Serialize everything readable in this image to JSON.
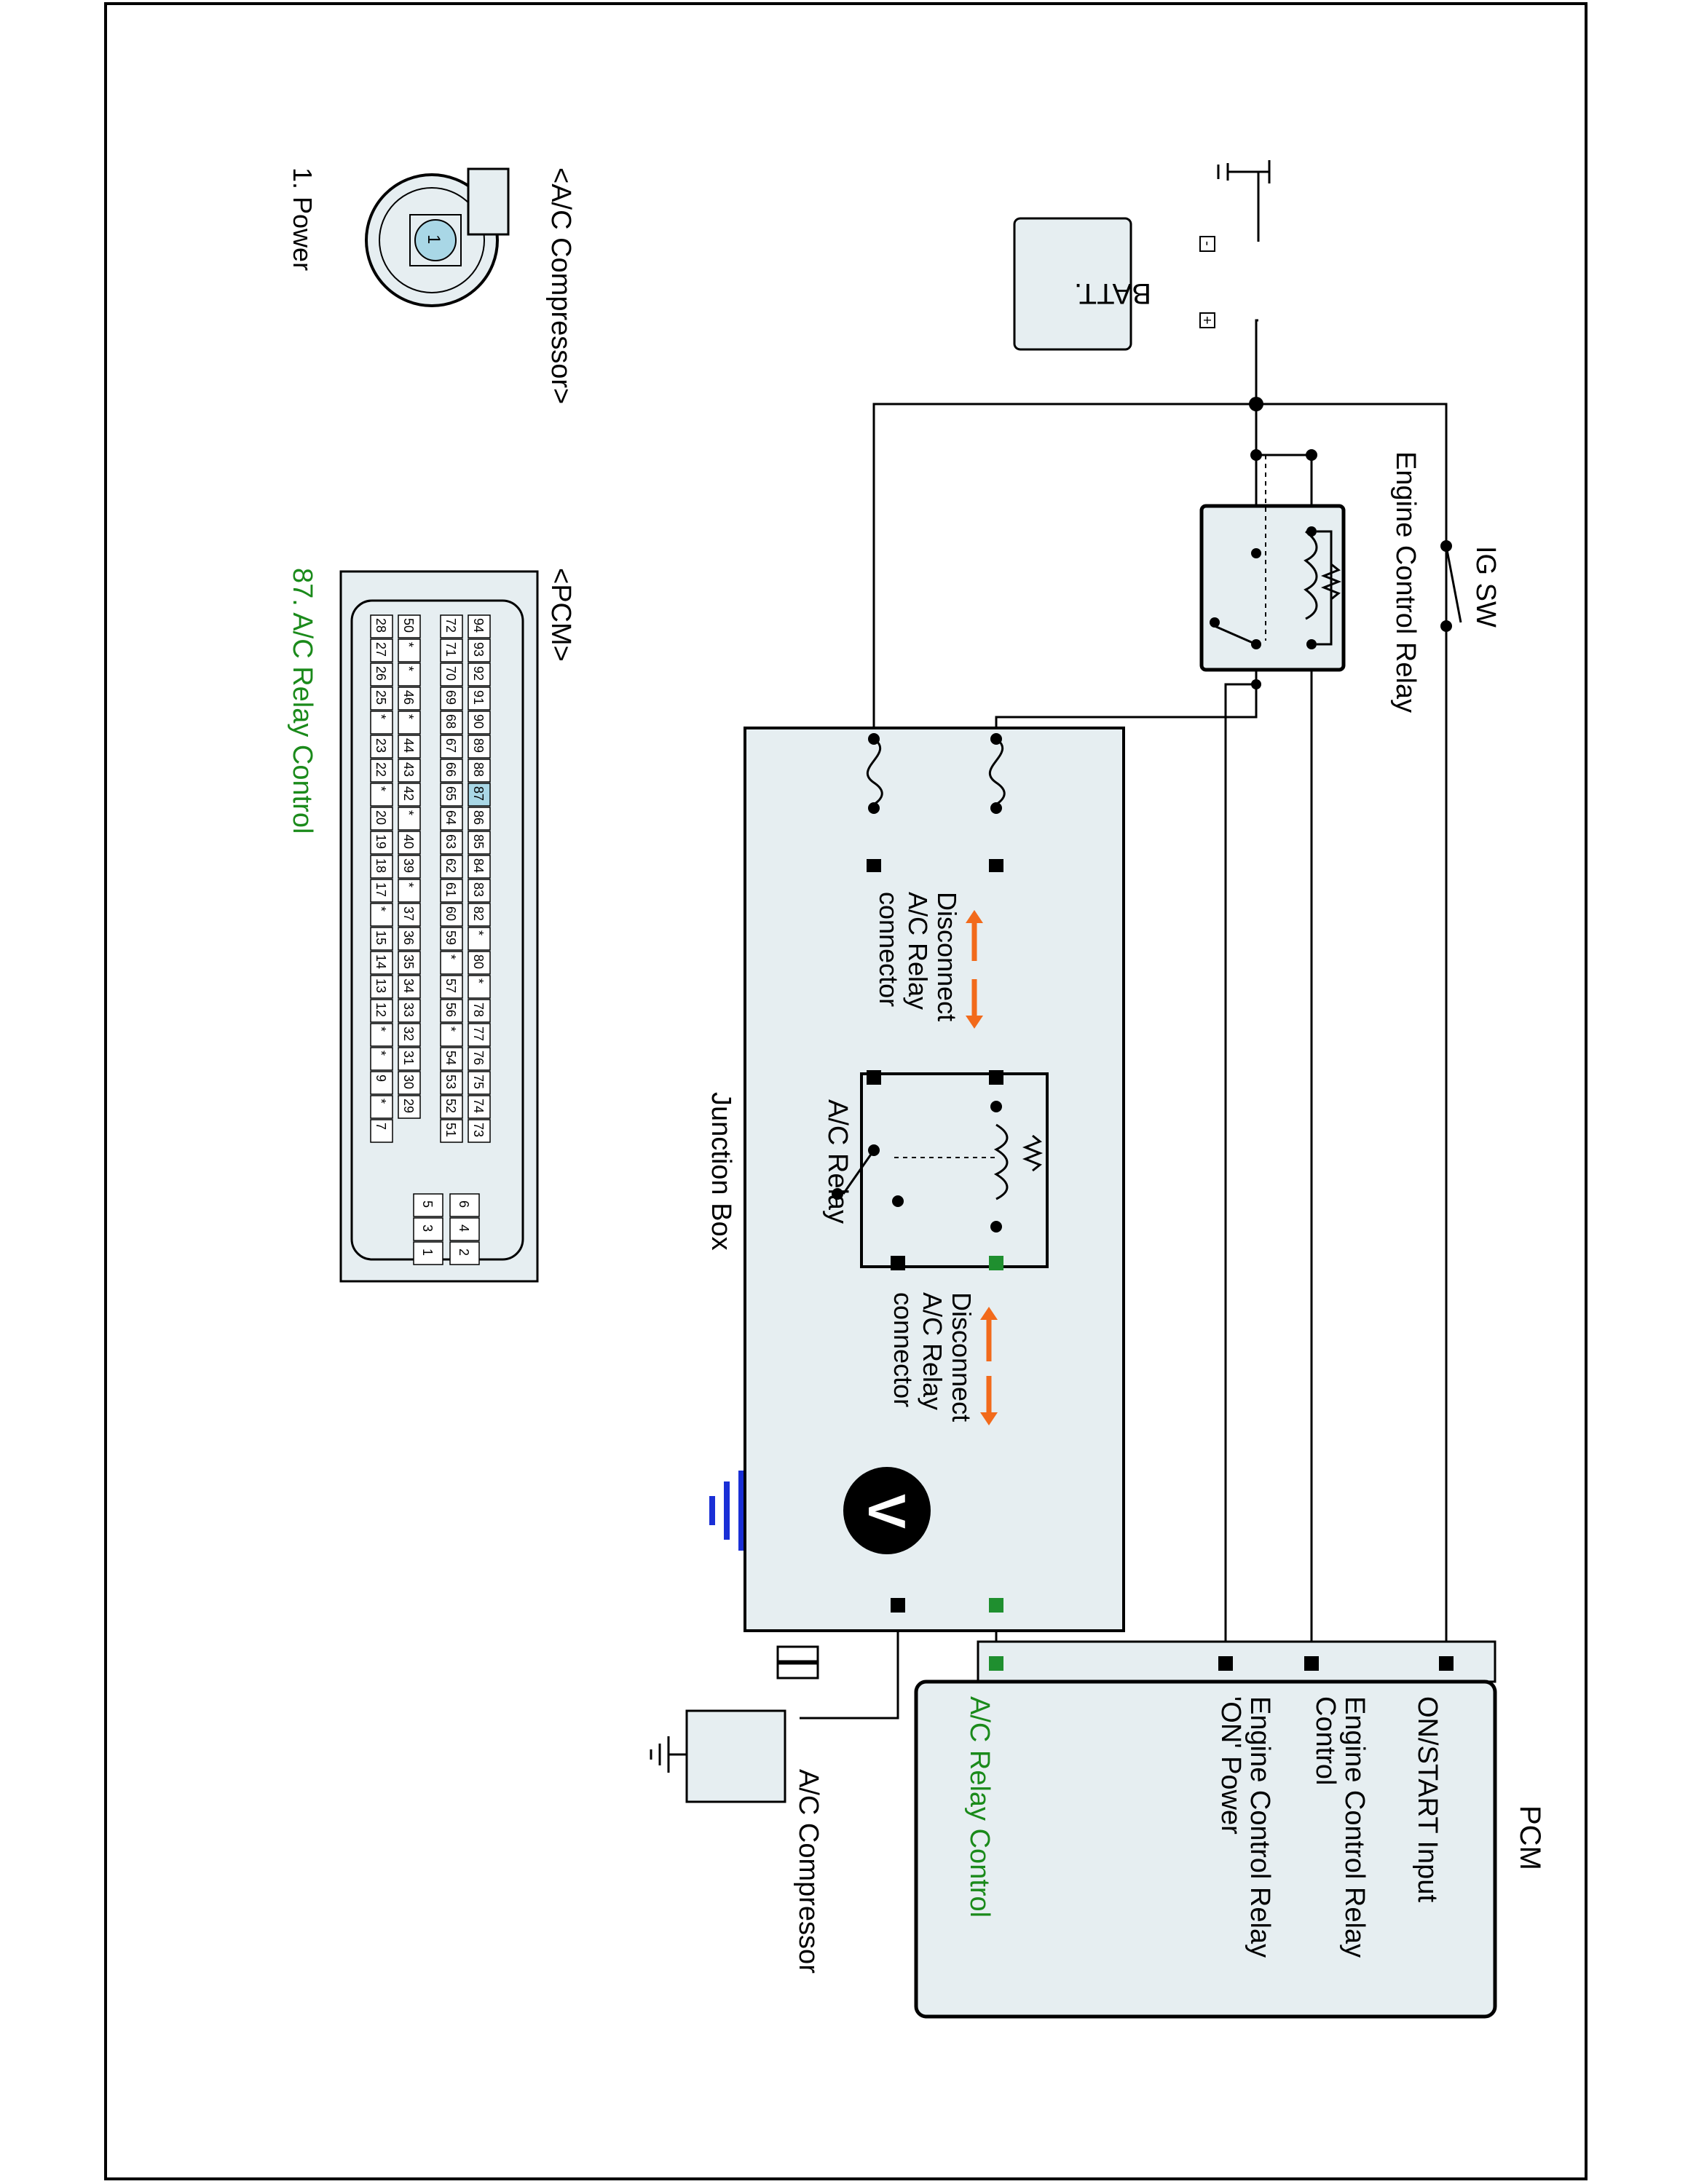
{
  "colors": {
    "box_fill": "#e6eef1",
    "green_text": "#1a8a1a",
    "orange_arrow": "#f26a1b",
    "meter_wire": "#1a2fd6",
    "pin_highlight": "#a9d7e6",
    "terminal_green": "#1f8f2f"
  },
  "connectors": {
    "ac_compressor_title": "<A/C Compressor>",
    "ac_compressor_pin_number": "1",
    "ac_compressor_pin_label": "1. Power",
    "pcm_title": "<PCM>",
    "pcm_pin_label": "87. A/C Relay Control",
    "pcm_highlight_pin": "87",
    "pcm_rows": [
      [
        "94",
        "93",
        "92",
        "91",
        "90",
        "89",
        "88",
        "87",
        "86",
        "85",
        "84",
        "83",
        "82",
        "*",
        "80",
        "*",
        "78",
        "77",
        "76",
        "75",
        "74",
        "73"
      ],
      [
        "72",
        "71",
        "70",
        "69",
        "68",
        "67",
        "66",
        "65",
        "64",
        "63",
        "62",
        "61",
        "60",
        "59",
        "*",
        "57",
        "56",
        "*",
        "54",
        "53",
        "52",
        "51"
      ],
      [
        "50",
        "*",
        "*",
        "46",
        "*",
        "44",
        "43",
        "42",
        "*",
        "40",
        "39",
        "*",
        "37",
        "36",
        "35",
        "34",
        "33",
        "32",
        "31",
        "30",
        "29"
      ],
      [
        "28",
        "27",
        "26",
        "25",
        "*",
        "23",
        "22",
        "*",
        "20",
        "19",
        "18",
        "17",
        "*",
        "15",
        "14",
        "13",
        "12",
        "*",
        "*",
        "9",
        "*",
        "7"
      ]
    ],
    "pcm_small_pins": [
      [
        "6",
        "5"
      ],
      [
        "4",
        "3"
      ],
      [
        "2",
        "1"
      ]
    ]
  },
  "diagram": {
    "ig_sw_label": "IG SW",
    "batt_label": "BATT.",
    "batt_minus": "-",
    "batt_plus": "+",
    "engine_relay_label": "Engine Control Relay",
    "junction_box_label": "Junction Box",
    "ac_relay_label": "A/C Relay",
    "disconnect_label_1": "Disconnect",
    "disconnect_label_2": "A/C Relay",
    "disconnect_label_3": "connector",
    "voltmeter_symbol": "V",
    "ac_compressor_label": "A/C Compressor",
    "pcm_box_title": "PCM",
    "pcm_terminal_1": "ON/START Input",
    "pcm_terminal_2a": "Engine Control Relay",
    "pcm_terminal_2b": "Control",
    "pcm_terminal_3a": "Engine Control Relay",
    "pcm_terminal_3b": "'ON' Power",
    "pcm_terminal_4": "A/C Relay Control"
  }
}
